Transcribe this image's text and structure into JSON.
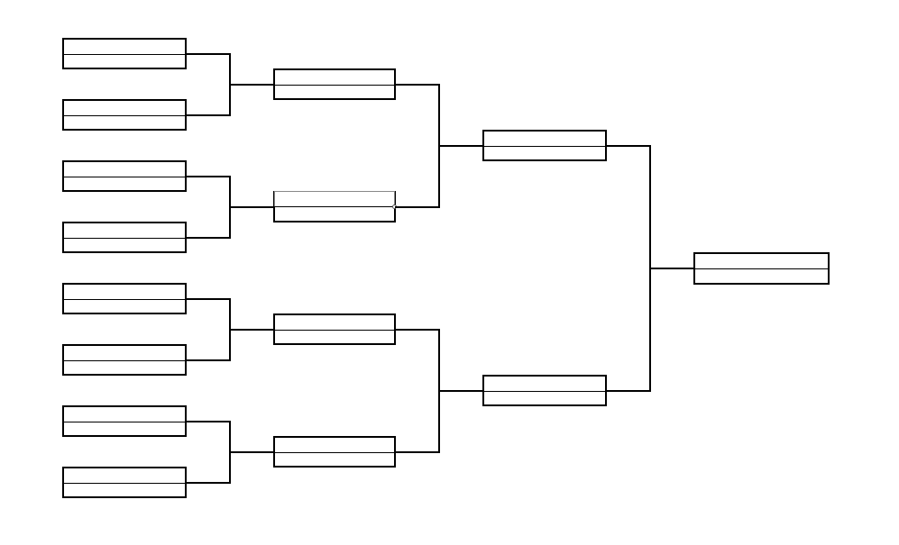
{
  "bracket": {
    "round_1": [
      {
        "id": "r1-m1",
        "top": "",
        "bottom": ""
      },
      {
        "id": "r1-m2",
        "top": "",
        "bottom": ""
      },
      {
        "id": "r1-m3",
        "top": "",
        "bottom": ""
      },
      {
        "id": "r1-m4",
        "top": "",
        "bottom": ""
      },
      {
        "id": "r1-m5",
        "top": "",
        "bottom": ""
      },
      {
        "id": "r1-m6",
        "top": "",
        "bottom": ""
      },
      {
        "id": "r1-m7",
        "top": "",
        "bottom": ""
      },
      {
        "id": "r1-m8",
        "top": "",
        "bottom": ""
      }
    ],
    "round_2": [
      {
        "id": "r2-m1",
        "top": "",
        "bottom": ""
      },
      {
        "id": "r2-m2",
        "top": "",
        "bottom": "",
        "selected": true
      },
      {
        "id": "r2-m3",
        "top": "",
        "bottom": ""
      },
      {
        "id": "r2-m4",
        "top": "",
        "bottom": ""
      }
    ],
    "round_3": [
      {
        "id": "r3-m1",
        "top": "",
        "bottom": ""
      },
      {
        "id": "r3-m2",
        "top": "",
        "bottom": ""
      }
    ],
    "final": [
      {
        "id": "final-m1",
        "top": "",
        "bottom": ""
      }
    ]
  }
}
